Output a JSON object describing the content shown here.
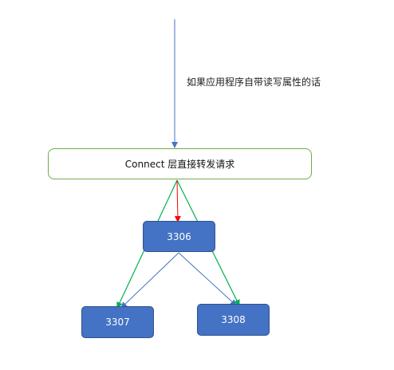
{
  "annotation": "如果应用程序自带读写属性的话",
  "connect_layer": "Connect 层直接转发请求",
  "nodes": {
    "primary": "3306",
    "replica_left": "3307",
    "replica_right": "3308"
  },
  "colors": {
    "incoming_arrow": "#4472c4",
    "to_primary_arrow": "#ff0000",
    "to_replica_arrows": "#00b050",
    "replication_arrows": "#4472c4",
    "connect_border": "#70ad47",
    "node_fill": "#4472c4",
    "node_text": "#ffffff"
  }
}
